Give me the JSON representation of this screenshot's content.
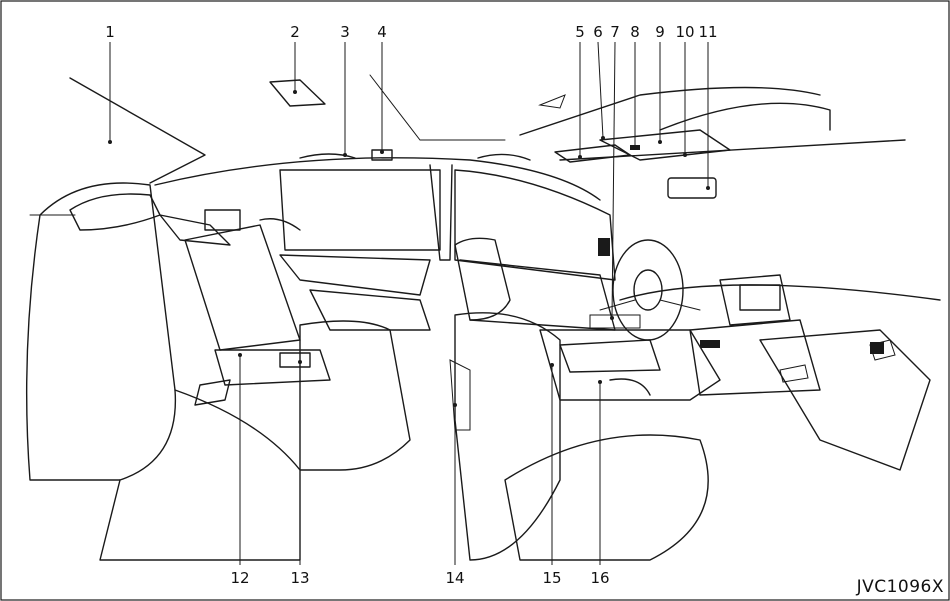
{
  "figure_id": "JVC1096X",
  "callouts": [
    {
      "number": "1"
    },
    {
      "number": "2"
    },
    {
      "number": "3"
    },
    {
      "number": "4"
    },
    {
      "number": "5"
    },
    {
      "number": "6"
    },
    {
      "number": "7"
    },
    {
      "number": "8"
    },
    {
      "number": "9"
    },
    {
      "number": "10"
    },
    {
      "number": "11"
    },
    {
      "number": "12"
    },
    {
      "number": "13"
    },
    {
      "number": "14"
    },
    {
      "number": "15"
    },
    {
      "number": "16"
    }
  ],
  "colors": {
    "line": "#1a1a1a",
    "background": "#ffffff"
  }
}
